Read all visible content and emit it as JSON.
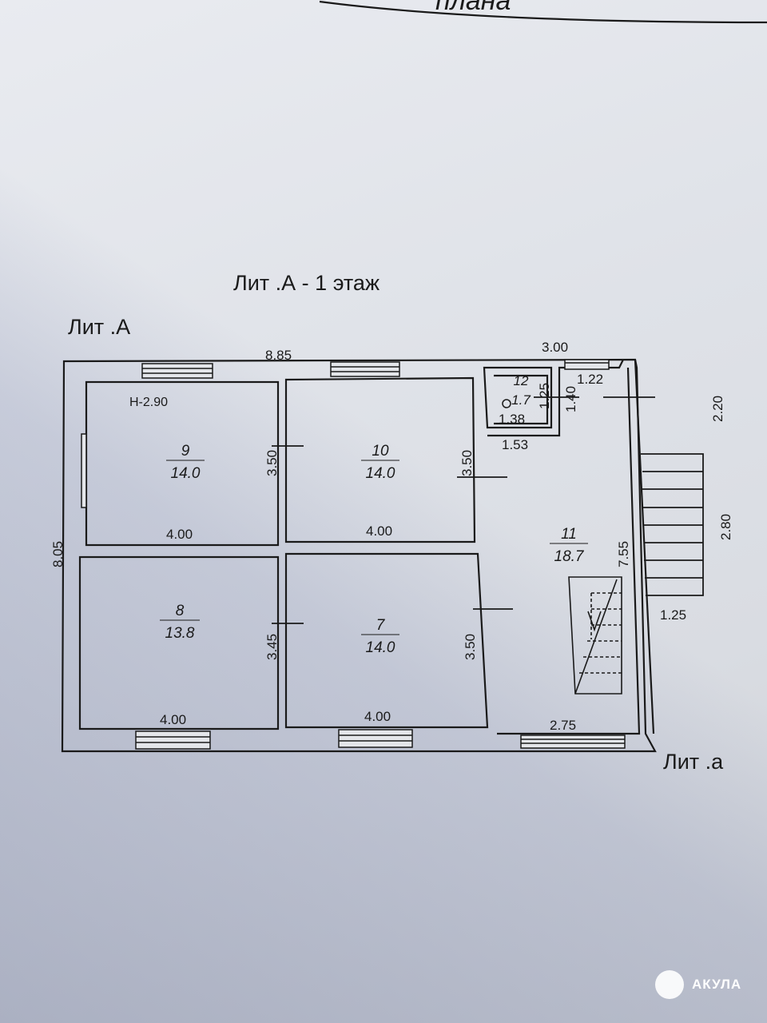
{
  "header_fragment": "плана",
  "plan_title": "Лит .А  - 1 этаж",
  "lit_a_label": "Лит .А",
  "lit_a_small_label": "Лит .а",
  "height_label": "Н-2.90",
  "dimensions": {
    "top_overall": "8.85",
    "left_overall": "8.05",
    "top_right": "3.00",
    "r12_w": "1.22",
    "r12_h1": "1.25",
    "r12_h2": "1.40",
    "r12_b": "1.38",
    "r12_bottom": "1.53",
    "porch_top": "2.20",
    "porch_mid": "2.80",
    "porch_bottom": "1.25",
    "r11_h": "7.55",
    "r11_w": "2.75",
    "r9_w": "4.00",
    "r9_h": "3.50",
    "r10_w": "4.00",
    "r10_h": "3.50",
    "r8_w": "4.00",
    "r8_h": "3.45",
    "r7_w": "4.00",
    "r7_h": "3.50"
  },
  "rooms": [
    {
      "num": "9",
      "area": "14.0"
    },
    {
      "num": "10",
      "area": "14.0"
    },
    {
      "num": "8",
      "area": "13.8"
    },
    {
      "num": "7",
      "area": "14.0"
    },
    {
      "num": "11",
      "area": "18.7"
    },
    {
      "num": "12",
      "area": "1.7"
    }
  ],
  "watermark": "АКУЛА"
}
